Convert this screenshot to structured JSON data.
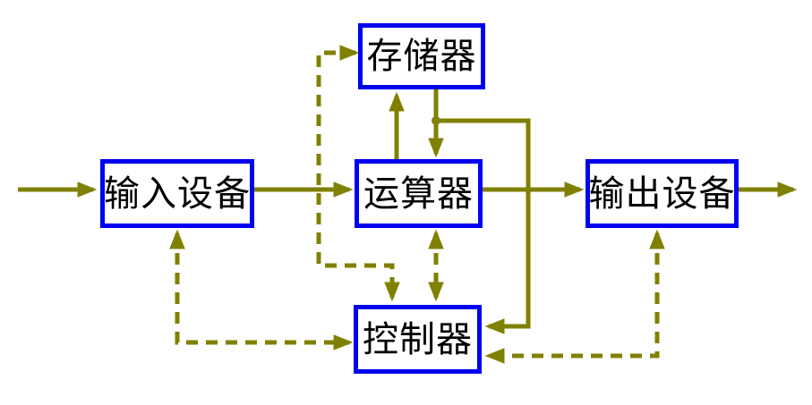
{
  "colors": {
    "line": "#808000",
    "box-border": "#0000f0",
    "text": "#000000",
    "background": "#ffffff"
  },
  "blocks": {
    "memory": {
      "label": "存储器"
    },
    "input": {
      "label": "输入设备"
    },
    "alu": {
      "label": "运算器"
    },
    "output": {
      "label": "输出设备"
    },
    "controller": {
      "label": "控制器"
    }
  }
}
